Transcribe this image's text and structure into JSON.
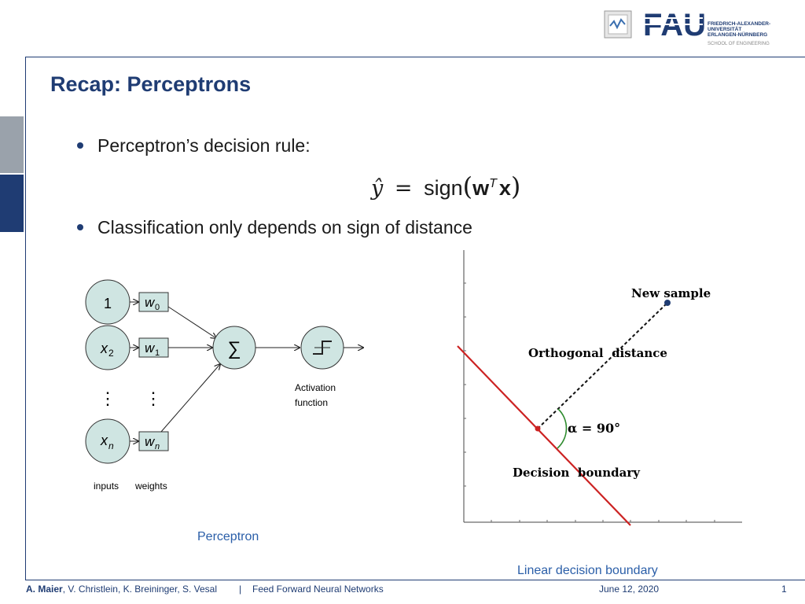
{
  "header": {
    "logo_text": "FAU",
    "university_lines": [
      "FRIEDRICH-ALEXANDER-",
      "UNIVERSITÄT",
      "ERLANGEN-NÜRNBERG"
    ],
    "school": "SCHOOL OF ENGINEERING"
  },
  "slide": {
    "title": "Recap: Perceptrons",
    "bullets": [
      "Perceptron’s decision rule:",
      "Classification only depends on sign of distance"
    ],
    "formula": {
      "lhs": "ŷ",
      "eq": "=",
      "func": "sign",
      "open": "(",
      "vec": "w",
      "sup": "T",
      "arg": "x",
      "close": ")"
    }
  },
  "perceptron": {
    "nodes": {
      "input_1": "1",
      "input_2": "x",
      "input_2_sub": "2",
      "input_n": "x",
      "input_n_sub": "n",
      "sum_symbol": "∑"
    },
    "weights": {
      "w0": "w",
      "w0_sub": "0",
      "w1": "w",
      "w1_sub": "1",
      "wn": "w",
      "wn_sub": "n"
    },
    "ellipsis": "⋮",
    "labels": {
      "inputs": "inputs",
      "weights": "weights",
      "activation_line1": "Activation",
      "activation_line2": "function"
    },
    "caption": "Perceptron"
  },
  "boundary_plot": {
    "labels": {
      "new_sample": "New sample",
      "orthogonal_distance": "Orthogonal  distance",
      "angle": "α = 90°",
      "decision_boundary": "Decision  boundary"
    },
    "caption": "Linear decision boundary",
    "colors": {
      "boundary": "#cc2222",
      "angle_arc": "#2e8b2e",
      "sample": "#1f3c73"
    }
  },
  "footer": {
    "author_bold": "A. Maier",
    "authors_rest": ", V. Christlein, K. Breininger, S. Vesal",
    "separator": "|",
    "course": "Feed Forward Neural Networks",
    "date": "June 12, 2020",
    "page": "1"
  },
  "colors": {
    "primary": "#1f3c73",
    "node_fill": "#cfe5e2",
    "caption_blue": "#2a5ea8"
  }
}
